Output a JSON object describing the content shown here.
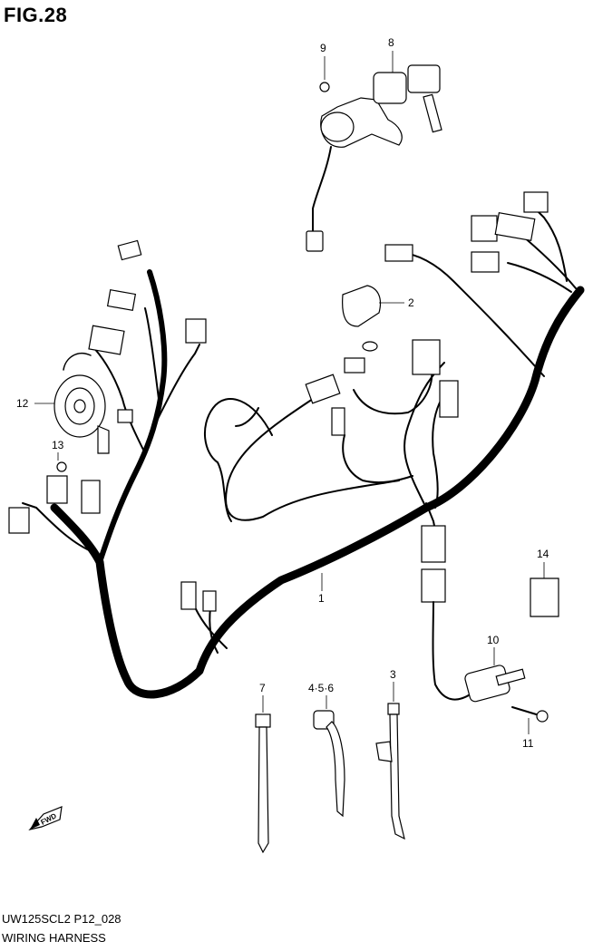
{
  "figure": {
    "title": "FIG.28"
  },
  "footer": {
    "model_code": "UW125SCL2 P12_028",
    "section_name": "WIRING HARNESS"
  },
  "callouts": {
    "c1": "1",
    "c2": "2",
    "c3": "3",
    "c456": "4·5·6",
    "c7": "7",
    "c8": "8",
    "c9": "9",
    "c10": "10",
    "c11": "11",
    "c12": "12",
    "c13": "13",
    "c14": "14"
  },
  "direction_badge": {
    "label": "FWD"
  }
}
